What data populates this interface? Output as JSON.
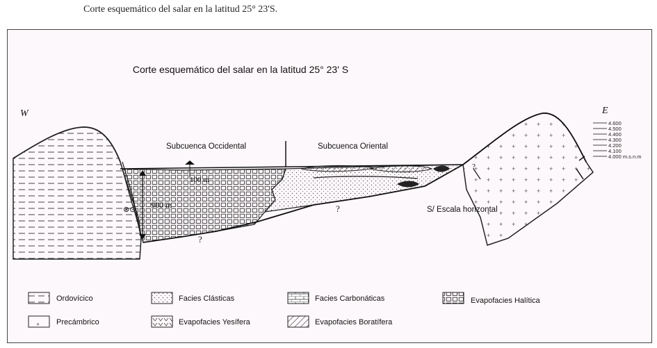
{
  "caption": "Corte esquemático del salar en la latitud 25° 23'S.",
  "diagram": {
    "title": "Corte esquemático del salar en la latitud 25° 23' S",
    "west_label": "W",
    "east_label": "E",
    "subbasin_west": "Subcuenca Occidental",
    "subbasin_east": "Subcuenca Oriental",
    "depth_100": "100 m",
    "depth_900": "900 m",
    "question_mark": "?",
    "scale_note": "S/ Escala horizontal",
    "elevations": [
      "4.600",
      "4.500",
      "4.400",
      "4.300",
      "4.200",
      "4.100",
      "4.000 m.s.n.m"
    ]
  },
  "legend": {
    "ordovicico": "Ordovícico",
    "precambrico": "Precámbrico",
    "clasticas": "Facies Clásticas",
    "yesifera": "Evapofacies Yesífera",
    "carbonaticas": "Facies Carbonáticas",
    "boratifera": "Evapofacies Boratífera",
    "halitica": "Evapofacies Halítica"
  }
}
